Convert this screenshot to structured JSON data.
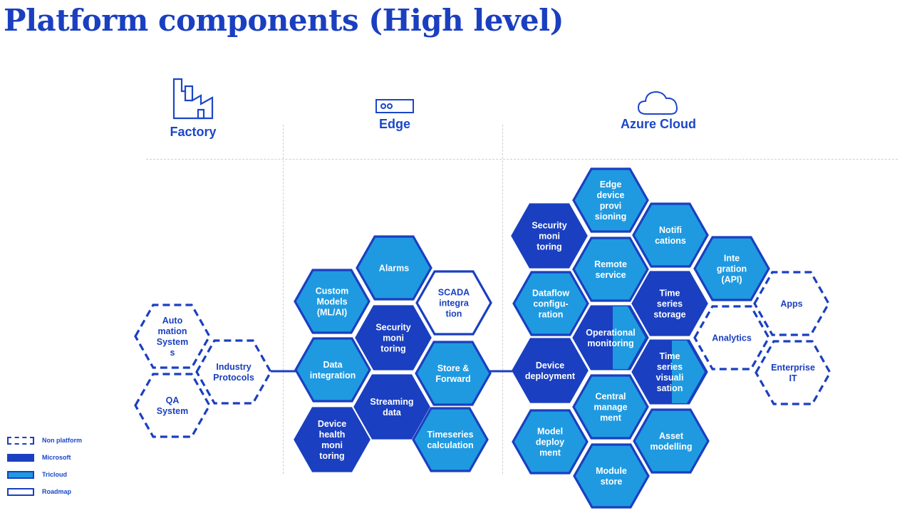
{
  "title": "Platform components (High level)",
  "zones": [
    {
      "id": "factory",
      "label": "Factory",
      "icon": "factory-icon"
    },
    {
      "id": "edge",
      "label": "Edge",
      "icon": "edge-device-icon"
    },
    {
      "id": "cloud",
      "label": "Azure Cloud",
      "icon": "cloud-icon"
    }
  ],
  "colors": {
    "microsoft": "#1a3fc0",
    "tricloud": "#1f9ae0",
    "roadmap": "#ffffff",
    "border": "#1a3fc0",
    "link": "#1a3fc0"
  },
  "legend": {
    "non_platform": "Non platform",
    "microsoft": "Microsoft",
    "tricloud": "Tricloud",
    "roadmap": "Roadmap"
  },
  "components": [
    {
      "id": "automation-systems",
      "text": "Auto\nmation\nSystem\ns",
      "category": "non_platform"
    },
    {
      "id": "qa-system",
      "text": "QA\nSystem",
      "category": "non_platform"
    },
    {
      "id": "industry-protocols",
      "text": "Industry\nProtocols",
      "category": "non_platform"
    },
    {
      "id": "alarms",
      "text": "Alarms",
      "category": "tricloud"
    },
    {
      "id": "custom-models",
      "text": "Custom\nModels\n(ML/AI)",
      "category": "tricloud"
    },
    {
      "id": "scada-integration",
      "text": "SCADA\nintegra\ntion",
      "category": "roadmap"
    },
    {
      "id": "edge-security-monitoring",
      "text": "Security\nmoni\ntoring",
      "category": "microsoft"
    },
    {
      "id": "data-integration",
      "text": "Data\nintegration",
      "category": "tricloud"
    },
    {
      "id": "store-forward",
      "text": "Store &\nForward",
      "category": "tricloud"
    },
    {
      "id": "streaming-data",
      "text": "Streaming\ndata",
      "category": "microsoft"
    },
    {
      "id": "device-health-monitoring",
      "text": "Device\nhealth\nmoni\ntoring",
      "category": "microsoft"
    },
    {
      "id": "timeseries-calculation",
      "text": "Timeseries\ncalculation",
      "category": "tricloud"
    },
    {
      "id": "edge-device-provisioning",
      "text": "Edge\ndevice\nprovi\nsioning",
      "category": "tricloud"
    },
    {
      "id": "cloud-security-monitoring",
      "text": "Security\nmoni\ntoring",
      "category": "microsoft"
    },
    {
      "id": "notifications",
      "text": "Notifi\ncations",
      "category": "tricloud"
    },
    {
      "id": "remote-service",
      "text": "Remote\nservice",
      "category": "tricloud"
    },
    {
      "id": "integration-api",
      "text": "Inte\ngration\n(API)",
      "category": "tricloud"
    },
    {
      "id": "dataflow-configuration",
      "text": "Dataflow\nconfigu-\nration",
      "category": "tricloud"
    },
    {
      "id": "time-series-storage",
      "text": "Time\nseries\nstorage",
      "category": "microsoft"
    },
    {
      "id": "operational-monitoring",
      "text": "Operational\nmonitoring",
      "category": "split"
    },
    {
      "id": "device-deployment",
      "text": "Device\ndeployment",
      "category": "microsoft"
    },
    {
      "id": "time-series-visualisation",
      "text": "Time\nseries\nvisuali\nsation",
      "category": "split"
    },
    {
      "id": "central-management",
      "text": "Central\nmanage\nment",
      "category": "tricloud"
    },
    {
      "id": "model-deployment",
      "text": "Model\ndeploy\nment",
      "category": "tricloud"
    },
    {
      "id": "asset-modelling",
      "text": "Asset\nmodelling",
      "category": "tricloud"
    },
    {
      "id": "module-store",
      "text": "Module\nstore",
      "category": "tricloud"
    },
    {
      "id": "apps",
      "text": "Apps",
      "category": "non_platform"
    },
    {
      "id": "analytics",
      "text": "Analytics",
      "category": "non_platform"
    },
    {
      "id": "enterprise-it",
      "text": "Enterprise\nIT",
      "category": "non_platform"
    }
  ]
}
